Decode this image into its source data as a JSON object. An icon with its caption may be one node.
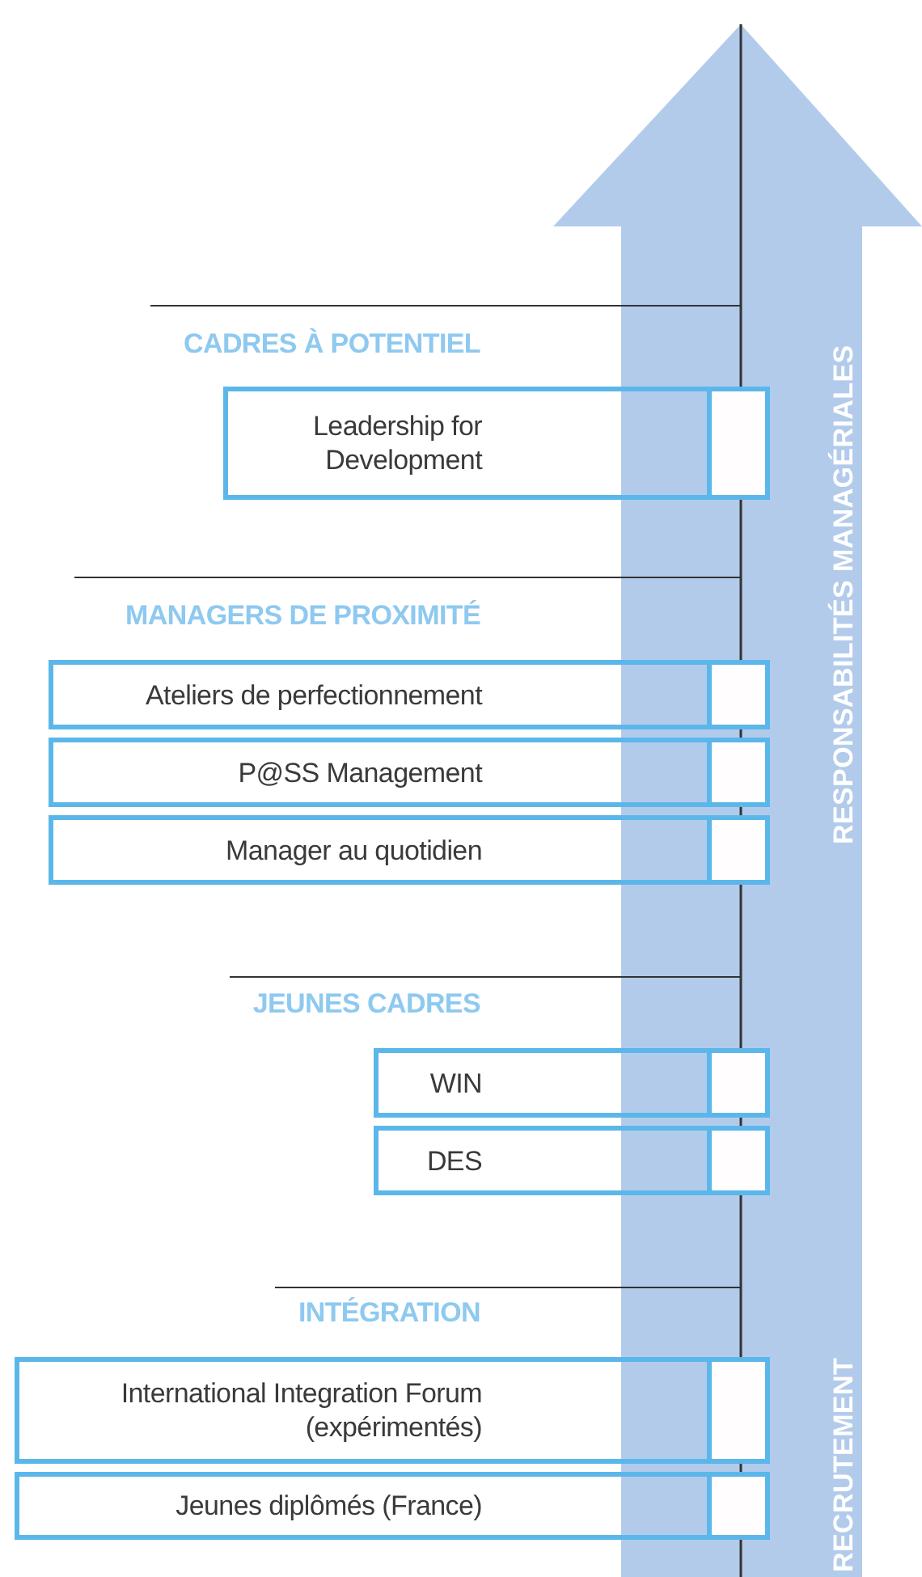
{
  "diagram": {
    "nodes": [
      {
        "text": [
          "Leadership for Development"
        ]
      },
      {
        "text": [
          "Ateliers de perfectionnement"
        ]
      },
      {
        "text": [
          "P@SS Management"
        ]
      },
      {
        "text": [
          "Manager au quotidien"
        ]
      },
      {
        "text": [
          "WIN"
        ]
      },
      {
        "text": [
          "DES"
        ]
      },
      {
        "text": [
          "International Integration Forum (expérimentés)"
        ]
      },
      {
        "text": [
          "Jeunes diplômés (France)"
        ]
      }
    ],
    "labels": [
      "CADRES À POTENTIEL",
      "MANAGERS DE PROXIMITÉ",
      "JEUNES CADRES",
      "INTÉGRATION",
      "RESPONSABILITÉS MANAGÉRIALES",
      "RECRUTEMENT"
    ]
  }
}
